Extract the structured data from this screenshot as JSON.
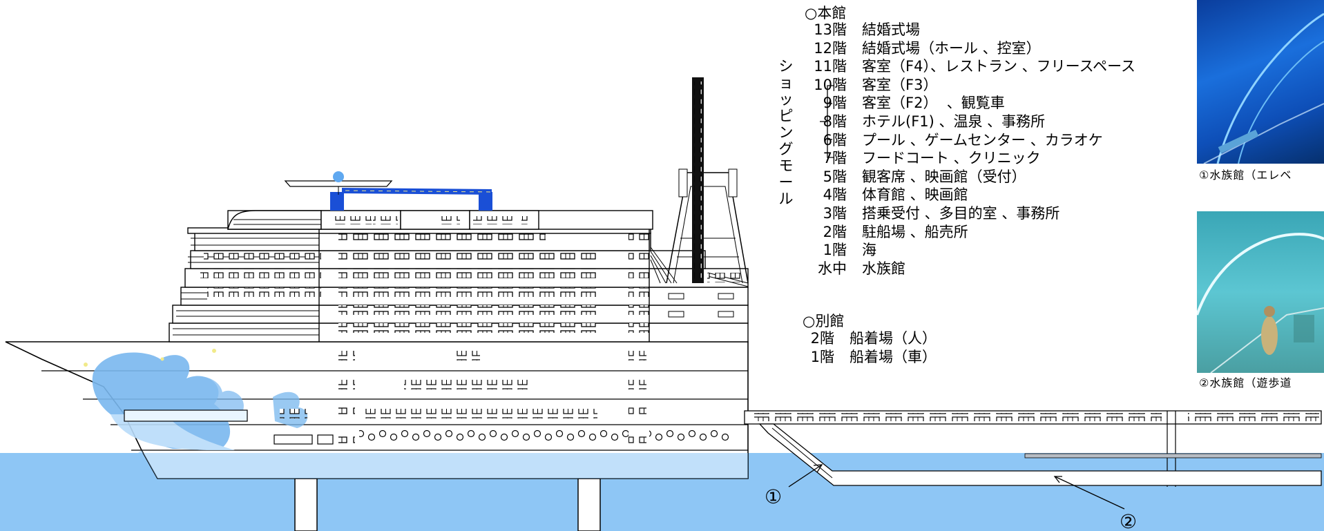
{
  "colors": {
    "sea": "#8ec6f5",
    "water_decor": "#7ab8ef",
    "helipad_blue": "#1a4fd6",
    "aquarium": "#1b66c9"
  },
  "main_building": {
    "title": "○本館",
    "floors": [
      {
        "floor": "13階",
        "use": "結婚式場"
      },
      {
        "floor": "12階",
        "use": "結婚式場（ホール 、控室）"
      },
      {
        "floor": "11階",
        "use": "客室（F4）、レストラン 、フリースペース"
      },
      {
        "floor": "10階",
        "use": "客室（F3）"
      },
      {
        "floor": "9階",
        "use": "客室（F2）  、観覧車"
      },
      {
        "floor": "8階",
        "use": "ホテル(F1) 、温泉 、事務所"
      },
      {
        "floor": "6階",
        "use": "プール 、ゲームセンター 、カラオケ"
      },
      {
        "floor": "7階",
        "use": "フードコート 、クリニック"
      },
      {
        "floor": "5階",
        "use": "観客席 、映画館（受付）"
      },
      {
        "floor": "4階",
        "use": "体育館 、映画館"
      },
      {
        "floor": "3階",
        "use": "搭乗受付 、多目的室 、事務所"
      },
      {
        "floor": "2階",
        "use": "駐船場 、船売所"
      },
      {
        "floor": "1階",
        "use": "海"
      },
      {
        "floor": "水中",
        "use": "水族館"
      }
    ]
  },
  "shopping_mall_label": "ショッピングモール",
  "annex": {
    "title": "○別館",
    "floors": [
      {
        "floor": "2階",
        "use": "船着場（人）"
      },
      {
        "floor": "1階",
        "use": "船着場（車）"
      }
    ]
  },
  "photos": [
    {
      "caption": "①水族館（エレベ"
    },
    {
      "caption": "②水族館（遊歩道"
    }
  ],
  "markers": {
    "marker_1": "①",
    "marker_2": "②"
  }
}
